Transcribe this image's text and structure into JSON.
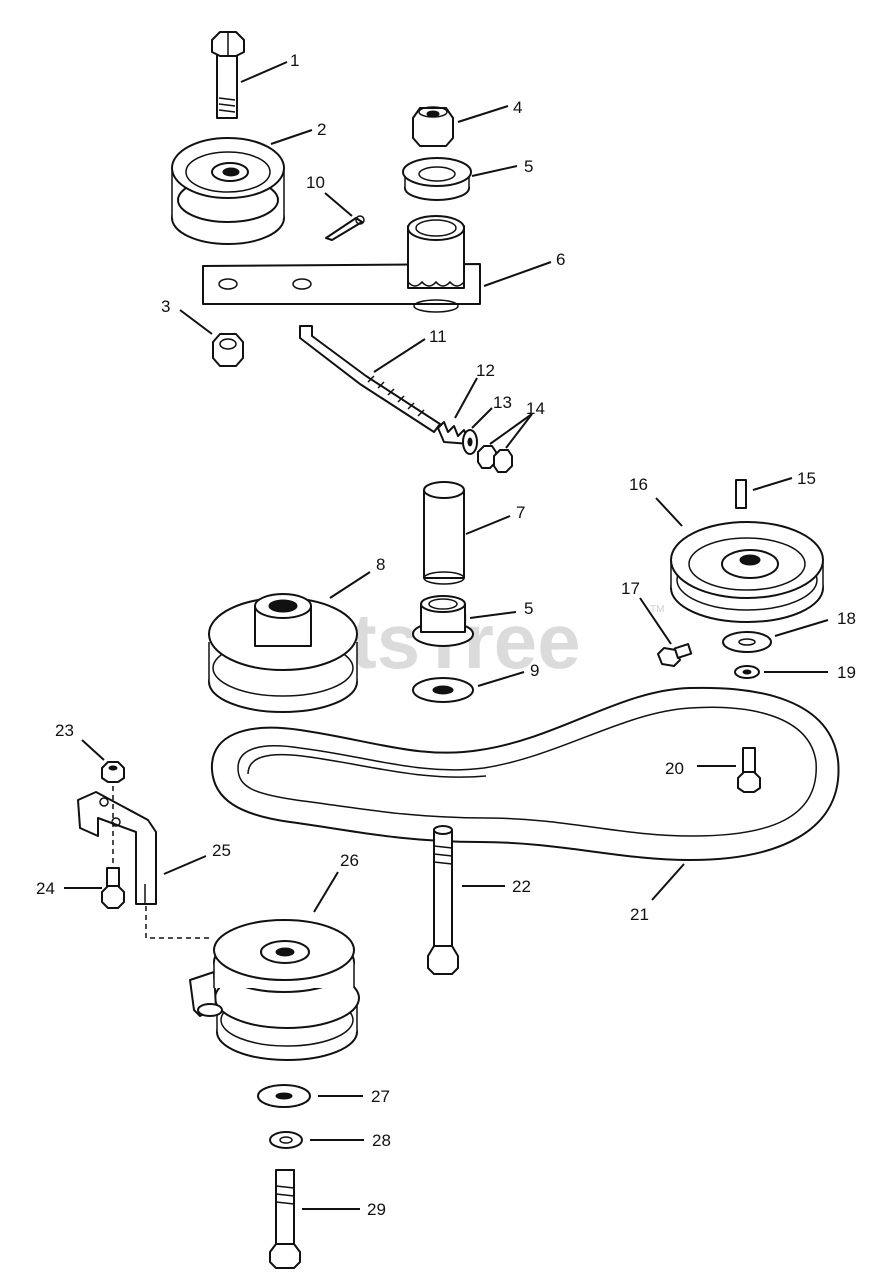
{
  "watermark": {
    "text": "PartsTree",
    "trademark": "TM"
  },
  "callouts": [
    {
      "id": "c1",
      "label": "1"
    },
    {
      "id": "c2",
      "label": "2"
    },
    {
      "id": "c3",
      "label": "3"
    },
    {
      "id": "c4",
      "label": "4"
    },
    {
      "id": "c5a",
      "label": "5"
    },
    {
      "id": "c6",
      "label": "6"
    },
    {
      "id": "c10",
      "label": "10"
    },
    {
      "id": "c11",
      "label": "11"
    },
    {
      "id": "c12",
      "label": "12"
    },
    {
      "id": "c13",
      "label": "13"
    },
    {
      "id": "c14",
      "label": "14"
    },
    {
      "id": "c15",
      "label": "15"
    },
    {
      "id": "c16",
      "label": "16"
    },
    {
      "id": "c7",
      "label": "7"
    },
    {
      "id": "c8",
      "label": "8"
    },
    {
      "id": "c5b",
      "label": "5"
    },
    {
      "id": "c9",
      "label": "9"
    },
    {
      "id": "c17",
      "label": "17"
    },
    {
      "id": "c18",
      "label": "18"
    },
    {
      "id": "c19",
      "label": "19"
    },
    {
      "id": "c20",
      "label": "20"
    },
    {
      "id": "c21",
      "label": "21"
    },
    {
      "id": "c22",
      "label": "22"
    },
    {
      "id": "c23",
      "label": "23"
    },
    {
      "id": "c24",
      "label": "24"
    },
    {
      "id": "c25",
      "label": "25"
    },
    {
      "id": "c26",
      "label": "26"
    },
    {
      "id": "c27",
      "label": "27"
    },
    {
      "id": "c28",
      "label": "28"
    },
    {
      "id": "c29",
      "label": "29"
    }
  ]
}
